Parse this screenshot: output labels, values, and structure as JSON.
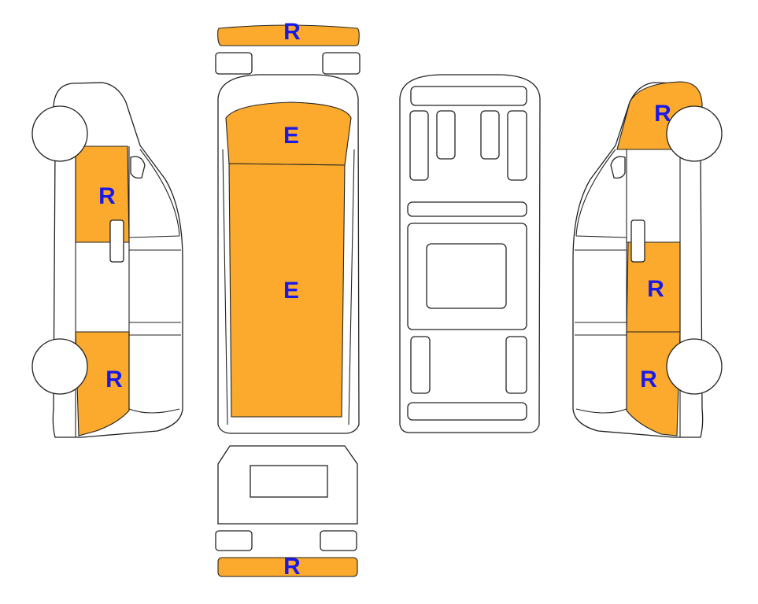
{
  "colors": {
    "damage_fill": "#FBAA2D",
    "label_text": "#1A1AE6",
    "outline": "#222222"
  },
  "labels": {
    "front_bumper": "R",
    "hood": "E",
    "roof": "E",
    "rear_bumper": "R",
    "left_front_door": "R",
    "left_rear_quarter": "R",
    "right_front_fender": "R",
    "right_rear_door": "R",
    "right_rear_quarter": "R"
  }
}
